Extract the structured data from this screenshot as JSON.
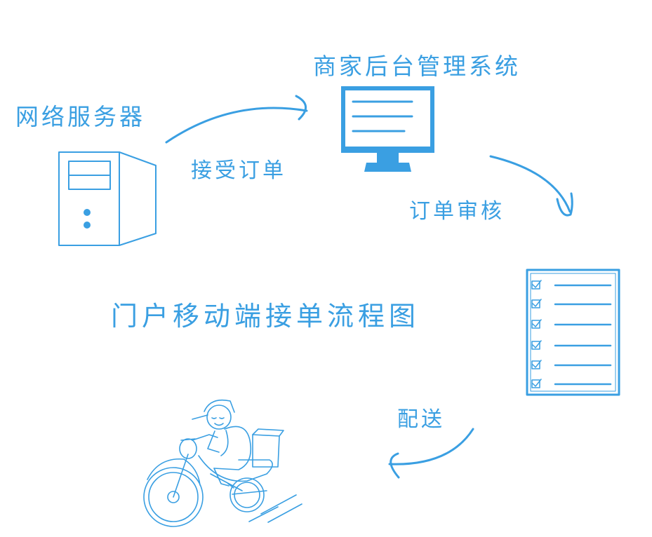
{
  "title": "门户移动端接单流程图",
  "nodes": {
    "server": "网络服务器",
    "backend": "商家后台管理系统"
  },
  "edges": {
    "accept_order": "接受订单",
    "review_order": "订单审核",
    "delivery": "配送"
  },
  "icons": {
    "server": "server-tower-icon",
    "backend": "desktop-monitor-icon",
    "checklist": "checklist-icon",
    "courier": "delivery-motorcycle-rider-icon"
  },
  "colors": {
    "accent": "#3a9fe2"
  }
}
